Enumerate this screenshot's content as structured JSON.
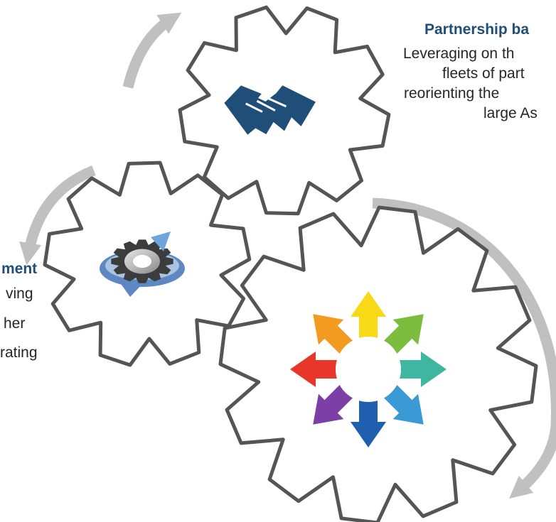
{
  "partnership": {
    "title": "Partnership ba",
    "lines": [
      "Leveraging on th",
      "fleets of part",
      "reorienting the",
      "large As"
    ]
  },
  "left_block": {
    "title": "ment",
    "lines": [
      "ving",
      "her",
      "rating"
    ]
  },
  "icons": {
    "top_gear": "handshake-icon",
    "left_gear": "gear-cycle-icon",
    "bottom_gear": "multicolor-arrows-icon"
  },
  "colors": {
    "gear_outline": "#555555",
    "cycle_arrow": "#c0c0c0",
    "handshake": "#1f4e79",
    "title_text": "#1f4e79"
  }
}
